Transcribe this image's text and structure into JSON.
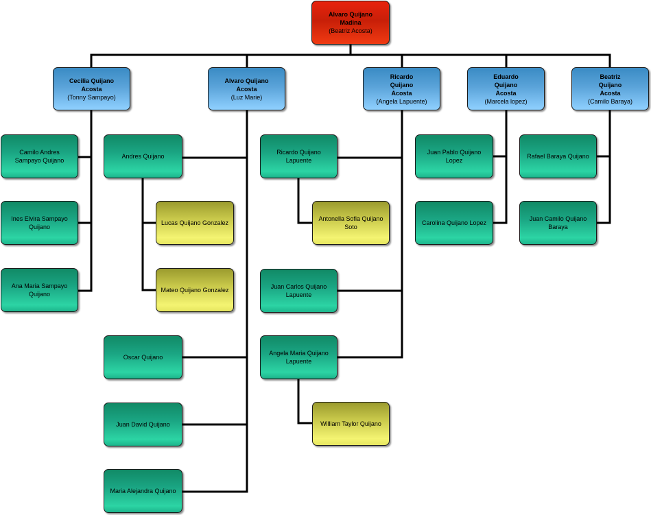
{
  "root": {
    "name": "Alvaro Quijano\nMadina",
    "spouse": "(Beatriz Acosta)"
  },
  "children": [
    {
      "name": "Cecilia Quijano\nAcosta",
      "spouse": "(Tonny Sampayo)"
    },
    {
      "name": "Alvaro Quijano\nAcosta",
      "spouse": "(Luz Marie)"
    },
    {
      "name": "Ricardo\nQuijano\nAcosta",
      "spouse": "(Angela Lapuente)"
    },
    {
      "name": "Eduardo\nQuijano\nAcosta",
      "spouse": "(Marcela lopez)"
    },
    {
      "name": "Beatriz\nQuijano\nAcosta",
      "spouse": "(Camilo Baraya)"
    }
  ],
  "grandchildren": {
    "cecilia": [
      "Camilo Andres\nSampayo Quijano",
      "Ines Elvira Sampayo\nQuijano",
      "Ana Maria Sampayo\nQuijano"
    ],
    "alvaro": [
      "Andres Quijano",
      "Oscar Quijano",
      "Juan David Quijano",
      "Maria Alejandra Quijano"
    ],
    "ricardo": [
      "Ricardo Quijano\nLapuente",
      "Juan Carlos Quijano\nLapuente",
      "Angela Maria Quijano\nLapuente"
    ],
    "eduardo": [
      "Juan Pablo Quijano\nLopez",
      "Carolina Quijano Lopez"
    ],
    "beatriz": [
      "Rafael Baraya Quijano",
      "Juan Camilo Quijano\nBaraya"
    ]
  },
  "great_grandchildren": {
    "andres": [
      "Lucas Quijano Gonzalez",
      "Mateo Quijano Gonzalez"
    ],
    "ricardo": [
      "Antonella Sofia Quijano\nSoto"
    ],
    "angela": [
      "William Taylor Quijano"
    ]
  },
  "colors": {
    "root": "#e02a0e",
    "child": "#5aa8e0",
    "grandchild": "#1fb38a",
    "great_grandchild": "#e6e660",
    "connector": "#000000"
  }
}
